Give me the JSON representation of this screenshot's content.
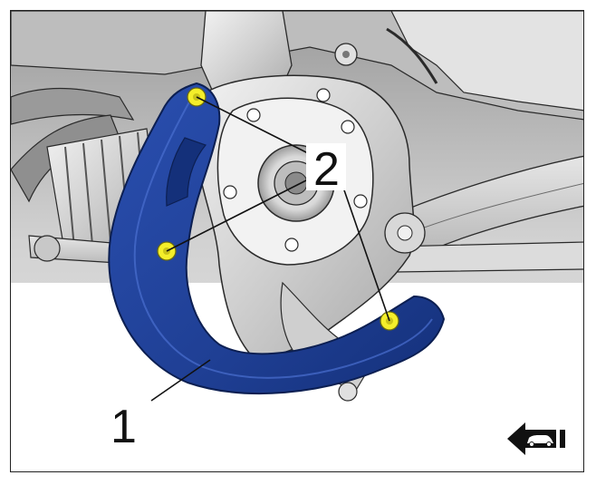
{
  "figure": {
    "colors": {
      "splash_shield": "#1f3f94",
      "splash_shield_dark": "#102660",
      "fastener": "#f4ee2a",
      "linework": "#1a1a1a",
      "components": "#d9d9d9"
    },
    "callouts": [
      {
        "id": "1",
        "label": "1"
      },
      {
        "id": "2",
        "label": "2"
      }
    ],
    "direction_indicator": {
      "icon": "forward-direction-car-arrow-icon"
    }
  }
}
